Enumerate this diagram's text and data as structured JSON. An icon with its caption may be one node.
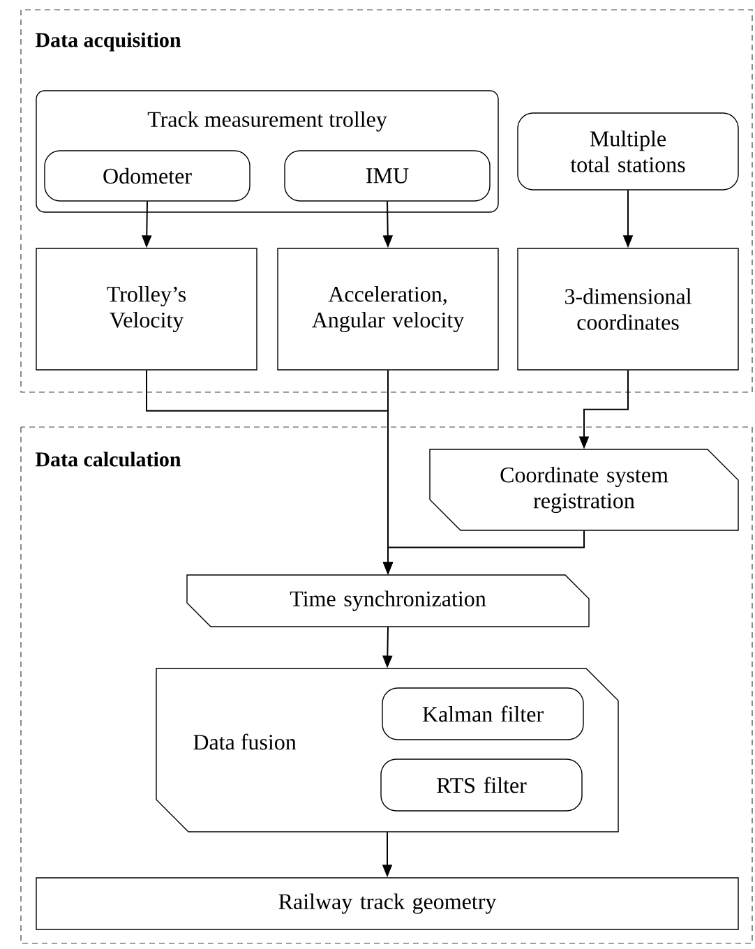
{
  "diagram": {
    "nodes": [
      {
        "text": [
          "Data acquisition"
        ]
      },
      {
        "text": [
          "Track measurement trolley"
        ],
        "in": 0
      },
      {
        "text": [
          "Odometer"
        ],
        "in": 1
      },
      {
        "text": [
          "IMU"
        ],
        "in": 1
      },
      {
        "text": [
          "Multiple total stations"
        ],
        "in": 0
      },
      {
        "text": [
          "Trolley’s Velocity"
        ],
        "in": 0
      },
      {
        "text": [
          "Acceleration, Angular velocity"
        ],
        "in": 0
      },
      {
        "text": [
          "3-dimensional coordinates"
        ],
        "in": 0
      },
      {
        "text": [
          "Data calculation"
        ]
      },
      {
        "text": [
          "Coordinate system registration"
        ],
        "in": 8
      },
      {
        "text": [
          "Time synchronization"
        ],
        "in": 8
      },
      {
        "text": [
          "Data fusion"
        ],
        "in": 8
      },
      {
        "text": [
          "Kalman filter"
        ],
        "in": 11
      },
      {
        "text": [
          "RTS filter"
        ],
        "in": 11
      },
      {
        "text": [
          "Railway track geometry"
        ],
        "in": 8
      }
    ],
    "edges": [
      {
        "from": 2,
        "to": 5,
        "arrow": "to"
      },
      {
        "from": 3,
        "to": 6,
        "arrow": "to"
      },
      {
        "from": 4,
        "to": 7,
        "arrow": "to"
      },
      {
        "from": 7,
        "to": 9,
        "arrow": "to"
      },
      {
        "from": 5,
        "to": 10,
        "arrow": "to"
      },
      {
        "from": 6,
        "to": 10,
        "arrow": "to"
      },
      {
        "from": 9,
        "to": 10,
        "arrow": "to"
      },
      {
        "from": 10,
        "to": 11,
        "arrow": "to"
      },
      {
        "from": 11,
        "to": 14,
        "arrow": "to"
      }
    ]
  }
}
